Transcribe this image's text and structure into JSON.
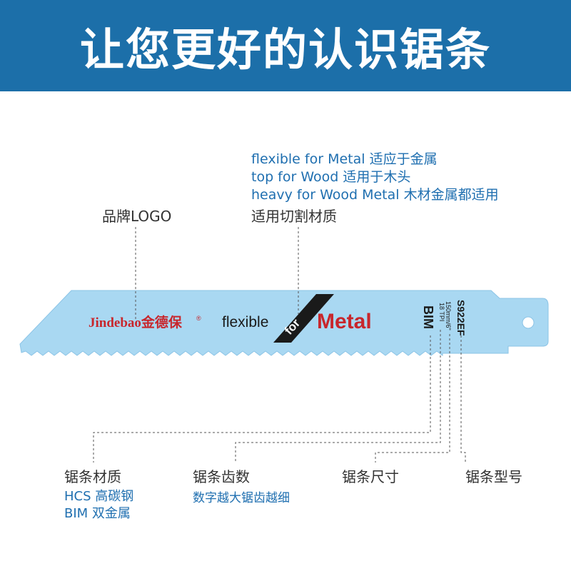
{
  "header": {
    "title": "让您更好的认识锯条"
  },
  "top_labels": {
    "material_notes": [
      "flexible for Metal  适应于金属",
      "top for Wood 适用于木头",
      "heavy for Wood Metal   木材金属都适用"
    ],
    "logo_label": "品牌LOGO",
    "material_label": "适用切割材质"
  },
  "blade": {
    "brand": "Jindebao金德保",
    "brand_mark": "®",
    "flexible": "flexible",
    "for": "for",
    "metal": "Metal",
    "bim": "BIM",
    "tpi": "18 TPI",
    "size": "150mm/6\"",
    "model": "S922EF",
    "color": "#a9d8f2",
    "slash_color": "#1a1a1a",
    "metal_color": "#c8262c"
  },
  "bottom_labels": {
    "blade_material": "锯条材质",
    "hcs": "HCS  高碳钢",
    "bim": "BIM  双金属",
    "tooth_count": "锯条齿数",
    "tooth_note": "数字越大锯齿越细",
    "blade_size": "锯条尺寸",
    "blade_model": "锯条型号"
  }
}
